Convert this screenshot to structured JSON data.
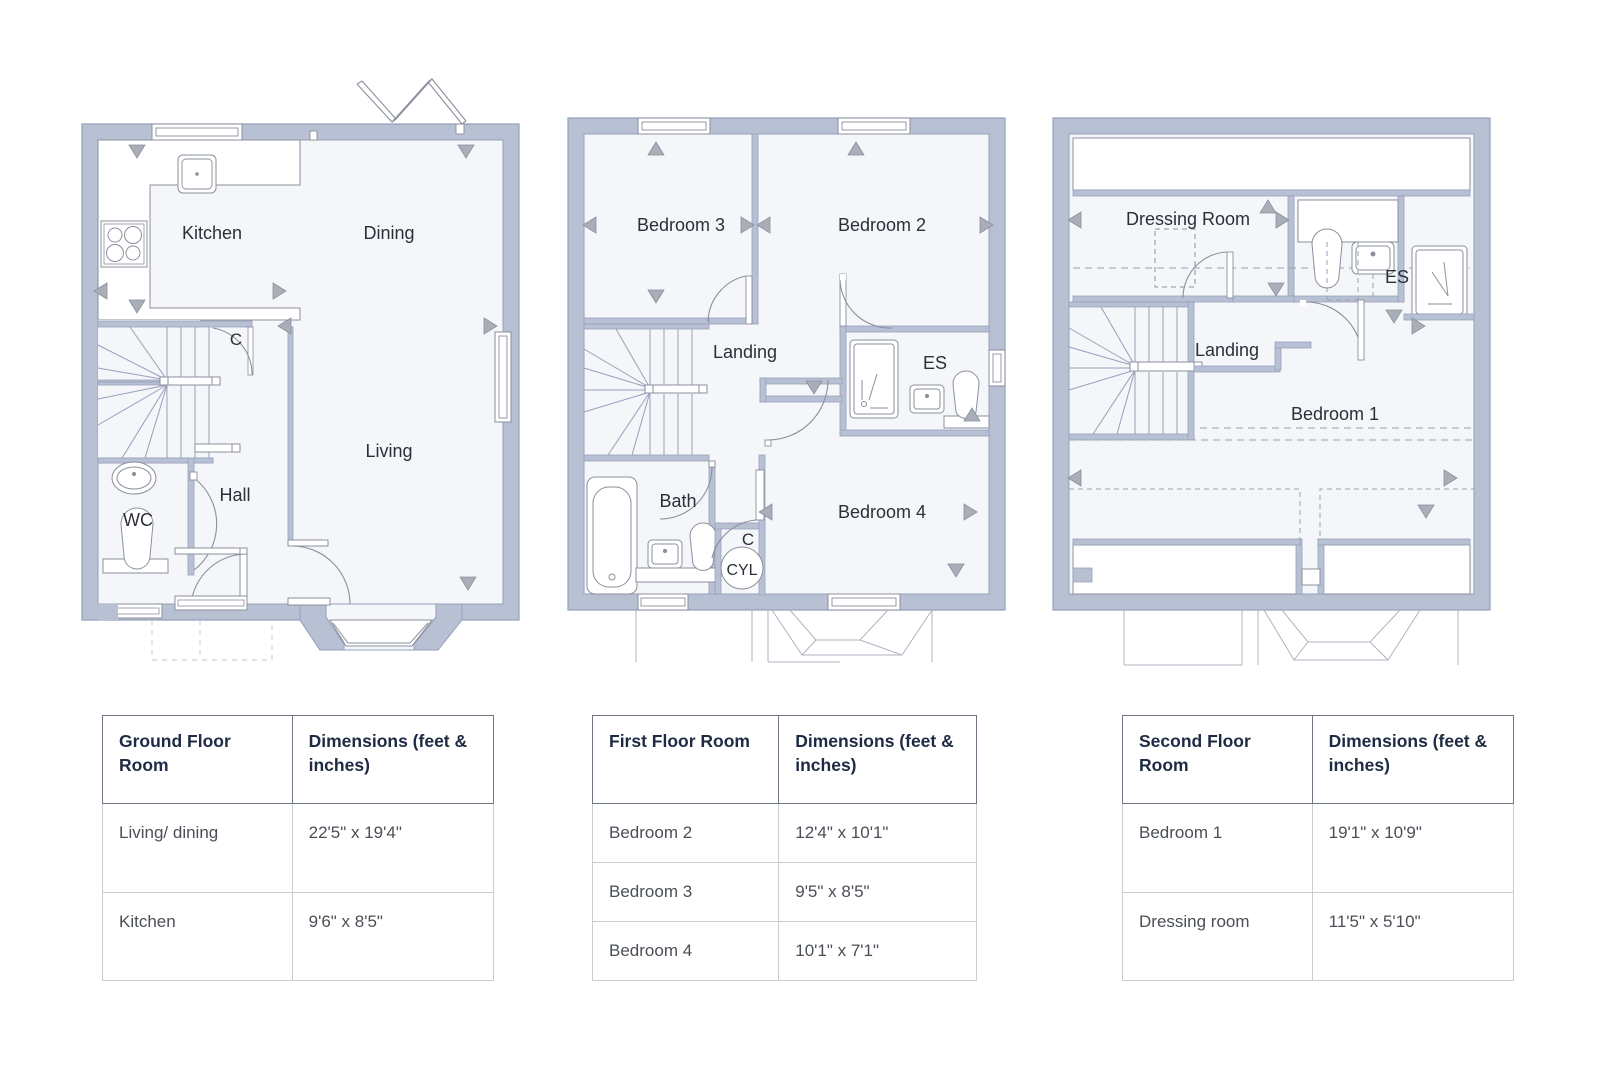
{
  "colors": {
    "wall_fill": "#b8c0d4",
    "wall_stroke": "#97a0ba",
    "room_fill": "#f5f6fa",
    "fixture_stroke": "#8a909c",
    "text_dark": "#1f2a44",
    "text_body": "#4a4f57",
    "table_border": "#c9cdd4",
    "table_header_border": "#6e7583",
    "background": "#ffffff",
    "arrow_fill": "#a9aeb8"
  },
  "floors": [
    {
      "id": "ground",
      "rooms": [
        {
          "name": "Kitchen",
          "label": "Kitchen"
        },
        {
          "name": "Dining",
          "label": "Dining"
        },
        {
          "name": "Living",
          "label": "Living"
        },
        {
          "name": "Hall",
          "label": "Hall"
        },
        {
          "name": "WC",
          "label": "WC"
        },
        {
          "name": "Cupboard",
          "label": "C"
        }
      ]
    },
    {
      "id": "first",
      "rooms": [
        {
          "name": "Bedroom 3",
          "label": "Bedroom 3"
        },
        {
          "name": "Bedroom 2",
          "label": "Bedroom 2"
        },
        {
          "name": "Bedroom 4",
          "label": "Bedroom 4"
        },
        {
          "name": "Landing",
          "label": "Landing"
        },
        {
          "name": "Bath",
          "label": "Bath"
        },
        {
          "name": "Ensuite",
          "label": "ES"
        },
        {
          "name": "Cupboard",
          "label": "C"
        },
        {
          "name": "Cylinder",
          "label": "CYL"
        }
      ]
    },
    {
      "id": "second",
      "rooms": [
        {
          "name": "Dressing Room",
          "label": "Dressing Room"
        },
        {
          "name": "Bedroom 1",
          "label": "Bedroom 1"
        },
        {
          "name": "Landing",
          "label": "Landing"
        },
        {
          "name": "Ensuite",
          "label": "ES"
        }
      ]
    }
  ],
  "plan_labels": {
    "ground": {
      "kitchen": "Kitchen",
      "dining": "Dining",
      "living": "Living",
      "hall": "Hall",
      "wc": "WC",
      "cupboard": "C"
    },
    "first": {
      "bedroom3": "Bedroom 3",
      "bedroom2": "Bedroom 2",
      "bedroom4": "Bedroom 4",
      "landing": "Landing",
      "bath": "Bath",
      "ensuite": "ES",
      "cupboard": "C",
      "cylinder": "CYL"
    },
    "second": {
      "dressing": "Dressing Room",
      "bedroom1": "Bedroom 1",
      "landing": "Landing",
      "ensuite": "ES"
    }
  },
  "tables": [
    {
      "id": "ground-floor-table",
      "headers": [
        "Ground Floor Room",
        "Dimensions (feet & inches)"
      ],
      "rows": [
        {
          "room": "Living/ dining",
          "dimensions": "22'5\" x 19'4\""
        },
        {
          "room": "Kitchen",
          "dimensions": "9'6\" x 8'5\""
        }
      ]
    },
    {
      "id": "first-floor-table",
      "headers": [
        "First Floor Room",
        "Dimensions (feet & inches)"
      ],
      "rows": [
        {
          "room": "Bedroom 2",
          "dimensions": "12'4\" x 10'1\""
        },
        {
          "room": "Bedroom 3",
          "dimensions": "9'5\" x 8'5\""
        },
        {
          "room": "Bedroom 4",
          "dimensions": "10'1\" x 7'1\""
        }
      ]
    },
    {
      "id": "second-floor-table",
      "headers": [
        "Second Floor Room",
        "Dimensions (feet & inches)"
      ],
      "rows": [
        {
          "room": "Bedroom 1",
          "dimensions": "19'1\" x 10'9\""
        },
        {
          "room": "Dressing room",
          "dimensions": "11'5\" x 5'10\""
        }
      ]
    }
  ]
}
